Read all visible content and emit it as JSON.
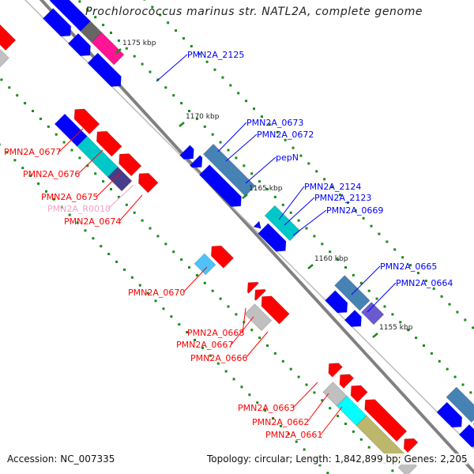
{
  "title": "Prochlorococcus marinus str. NATL2A, complete genome",
  "footer": {
    "accession": "Accession: NC_007335",
    "summary": "Topology: circular; Length: 1,842,899 bp; Genes: 2,205"
  },
  "colors": {
    "backbone": "#808080",
    "tick": "#1a8a1a",
    "label_forward": "#0000ff",
    "label_reverse": "#ff0000",
    "label_rna": "#f4a0c8"
  },
  "ticks": [
    "1175 kbp",
    "1170 kbp",
    "1165 kbp",
    "1160 kbp",
    "1155 kbp"
  ],
  "genes_upper_labels": [
    {
      "name": "PMN2A_2125",
      "color": "#0000ff"
    },
    {
      "name": "PMN2A_0673",
      "color": "#0000ff"
    },
    {
      "name": "PMN2A_0672",
      "color": "#0000ff"
    },
    {
      "name": "pepN",
      "color": "#0000ff"
    },
    {
      "name": "PMN2A_2124",
      "color": "#0000ff"
    },
    {
      "name": "PMN2A_2123",
      "color": "#0000ff"
    },
    {
      "name": "PMN2A_0669",
      "color": "#0000ff"
    },
    {
      "name": "PMN2A_0665",
      "color": "#0000ff"
    },
    {
      "name": "PMN2A_0664",
      "color": "#0000ff"
    }
  ],
  "genes_lower_labels": [
    {
      "name": "PMN2A_0677",
      "color": "#ff0000"
    },
    {
      "name": "PMN2A_0676",
      "color": "#ff0000"
    },
    {
      "name": "PMN2A_0675",
      "color": "#ff0000"
    },
    {
      "name": "PMN2A_R0010",
      "color": "#f4a0c8"
    },
    {
      "name": "PMN2A_0674",
      "color": "#ff0000"
    },
    {
      "name": "PMN2A_0670",
      "color": "#ff0000"
    },
    {
      "name": "PMN2A_0668",
      "color": "#ff0000"
    },
    {
      "name": "PMN2A_0667",
      "color": "#ff0000"
    },
    {
      "name": "PMN2A_0666",
      "color": "#ff0000"
    },
    {
      "name": "PMN2A_0663",
      "color": "#ff0000"
    },
    {
      "name": "PMN2A_0662",
      "color": "#ff0000"
    },
    {
      "name": "PMN2A_0661",
      "color": "#ff0000"
    }
  ]
}
